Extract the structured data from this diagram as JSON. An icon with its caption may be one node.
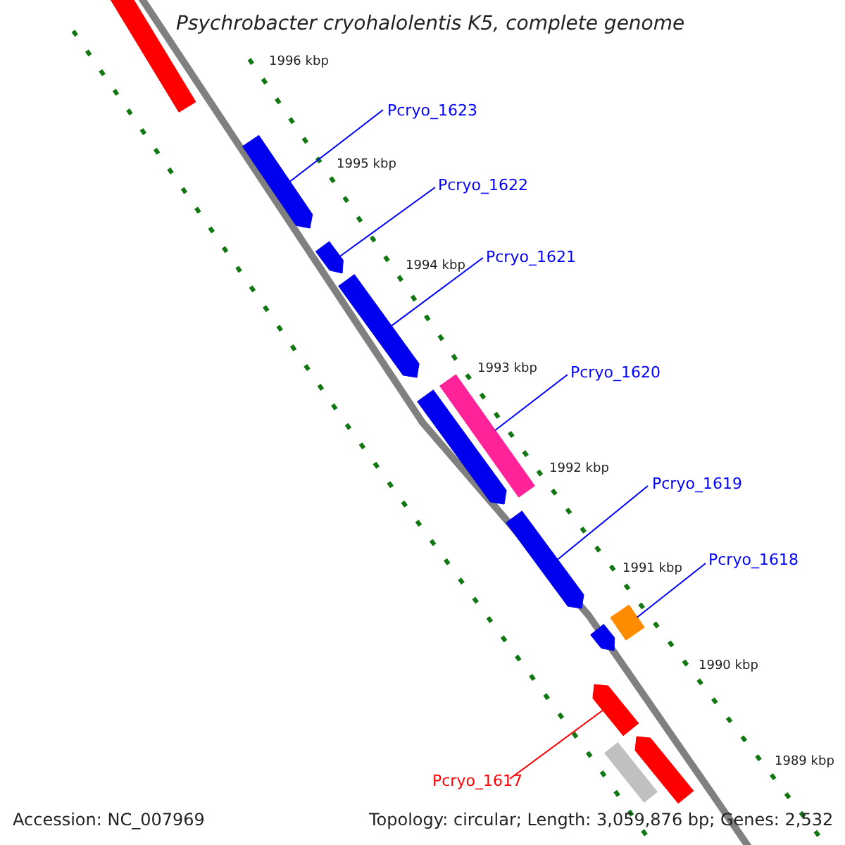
{
  "diagram": {
    "title": "Psychrobacter cryohalolentis K5, complete genome",
    "nodes": [
      {
        "text": [],
        "shape": "bar"
      },
      {
        "text": [
          "Pcryo_1623"
        ]
      },
      {
        "text": [],
        "shape": "bar"
      },
      {
        "text": [
          "Pcryo_1622"
        ]
      },
      {
        "text": [],
        "shape": "bar"
      },
      {
        "text": [
          "Pcryo_1621"
        ]
      },
      {
        "text": [],
        "shape": "bar"
      },
      {
        "text": [],
        "shape": "bar"
      },
      {
        "text": [
          "Pcryo_1620"
        ]
      },
      {
        "text": [],
        "shape": "bar"
      },
      {
        "text": [
          "Pcryo_1619"
        ]
      },
      {
        "text": [],
        "shape": "bar"
      },
      {
        "text": [
          "Pcryo_1618"
        ]
      },
      {
        "text": [],
        "shape": "bar"
      },
      {
        "text": [],
        "shape": "bar"
      },
      {
        "text": [],
        "shape": "bar"
      },
      {
        "text": [
          "Pcryo_1617"
        ]
      },
      {
        "text": [],
        "shape": "bar"
      },
      {
        "text": [],
        "shape": "bar"
      }
    ],
    "edges": [
      {
        "from": 1,
        "to": 2,
        "arrow": "none"
      },
      {
        "from": 3,
        "to": 4,
        "arrow": "none"
      },
      {
        "from": 5,
        "to": 6,
        "arrow": "none"
      },
      {
        "from": 8,
        "to": 9,
        "arrow": "none"
      },
      {
        "from": 10,
        "to": 11,
        "arrow": "none"
      },
      {
        "from": 12,
        "to": 13,
        "arrow": "none"
      },
      {
        "from": 16,
        "to": 15,
        "arrow": "none",
        "color": "#ff0000"
      }
    ],
    "labels": [
      "1996 kbp",
      "1995 kbp",
      "1994 kbp",
      "1993 kbp",
      "1992 kbp",
      "1991 kbp",
      "1990 kbp",
      "1989 kbp",
      "Accession: NC_007969",
      "Topology: circular; Length: 3,059,876 bp; Genes: 2,532"
    ]
  }
}
